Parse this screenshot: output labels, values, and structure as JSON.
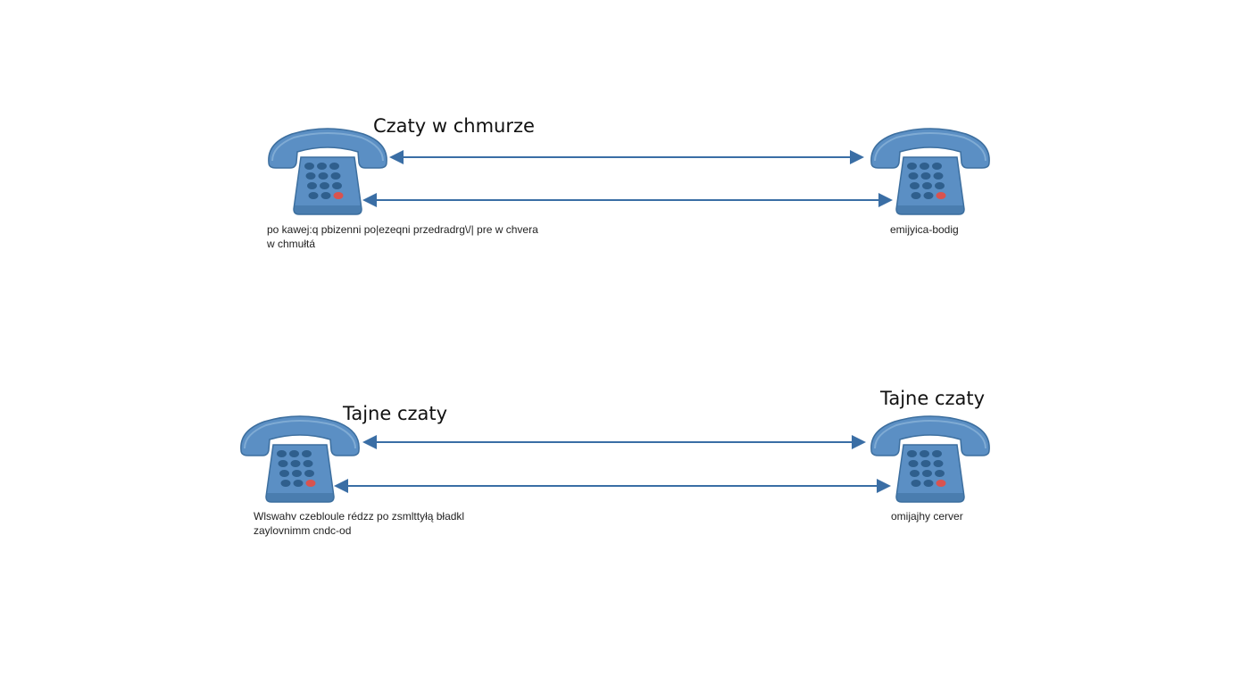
{
  "colors": {
    "phone_body": "#5b8fc4",
    "phone_shadow": "#3d6f9f",
    "key": "#2f5f8d",
    "red_key": "#d9534f",
    "arrow": "#3a6ea5"
  },
  "icons": {
    "phone": "desk-telephone-icon",
    "arrow": "double-headed-arrow"
  },
  "top_section": {
    "left_title": "Czaty w chmurze",
    "left_caption_line1": "po kawej:q pbizenni po|ezeqni przedradrg\\/| pre w chvera",
    "left_caption_line2": "w chmułtá",
    "right_caption": "emijyica-bodig"
  },
  "bottom_section": {
    "left_title": "Tajne czaty",
    "right_title": "Tajne czaty",
    "left_caption_line1": "Wlswahv czebloule rédzz po zsmlttyłą bładkl",
    "left_caption_line2": "zaylovnimm cndc-od",
    "right_caption": "omijajhy cerver"
  }
}
